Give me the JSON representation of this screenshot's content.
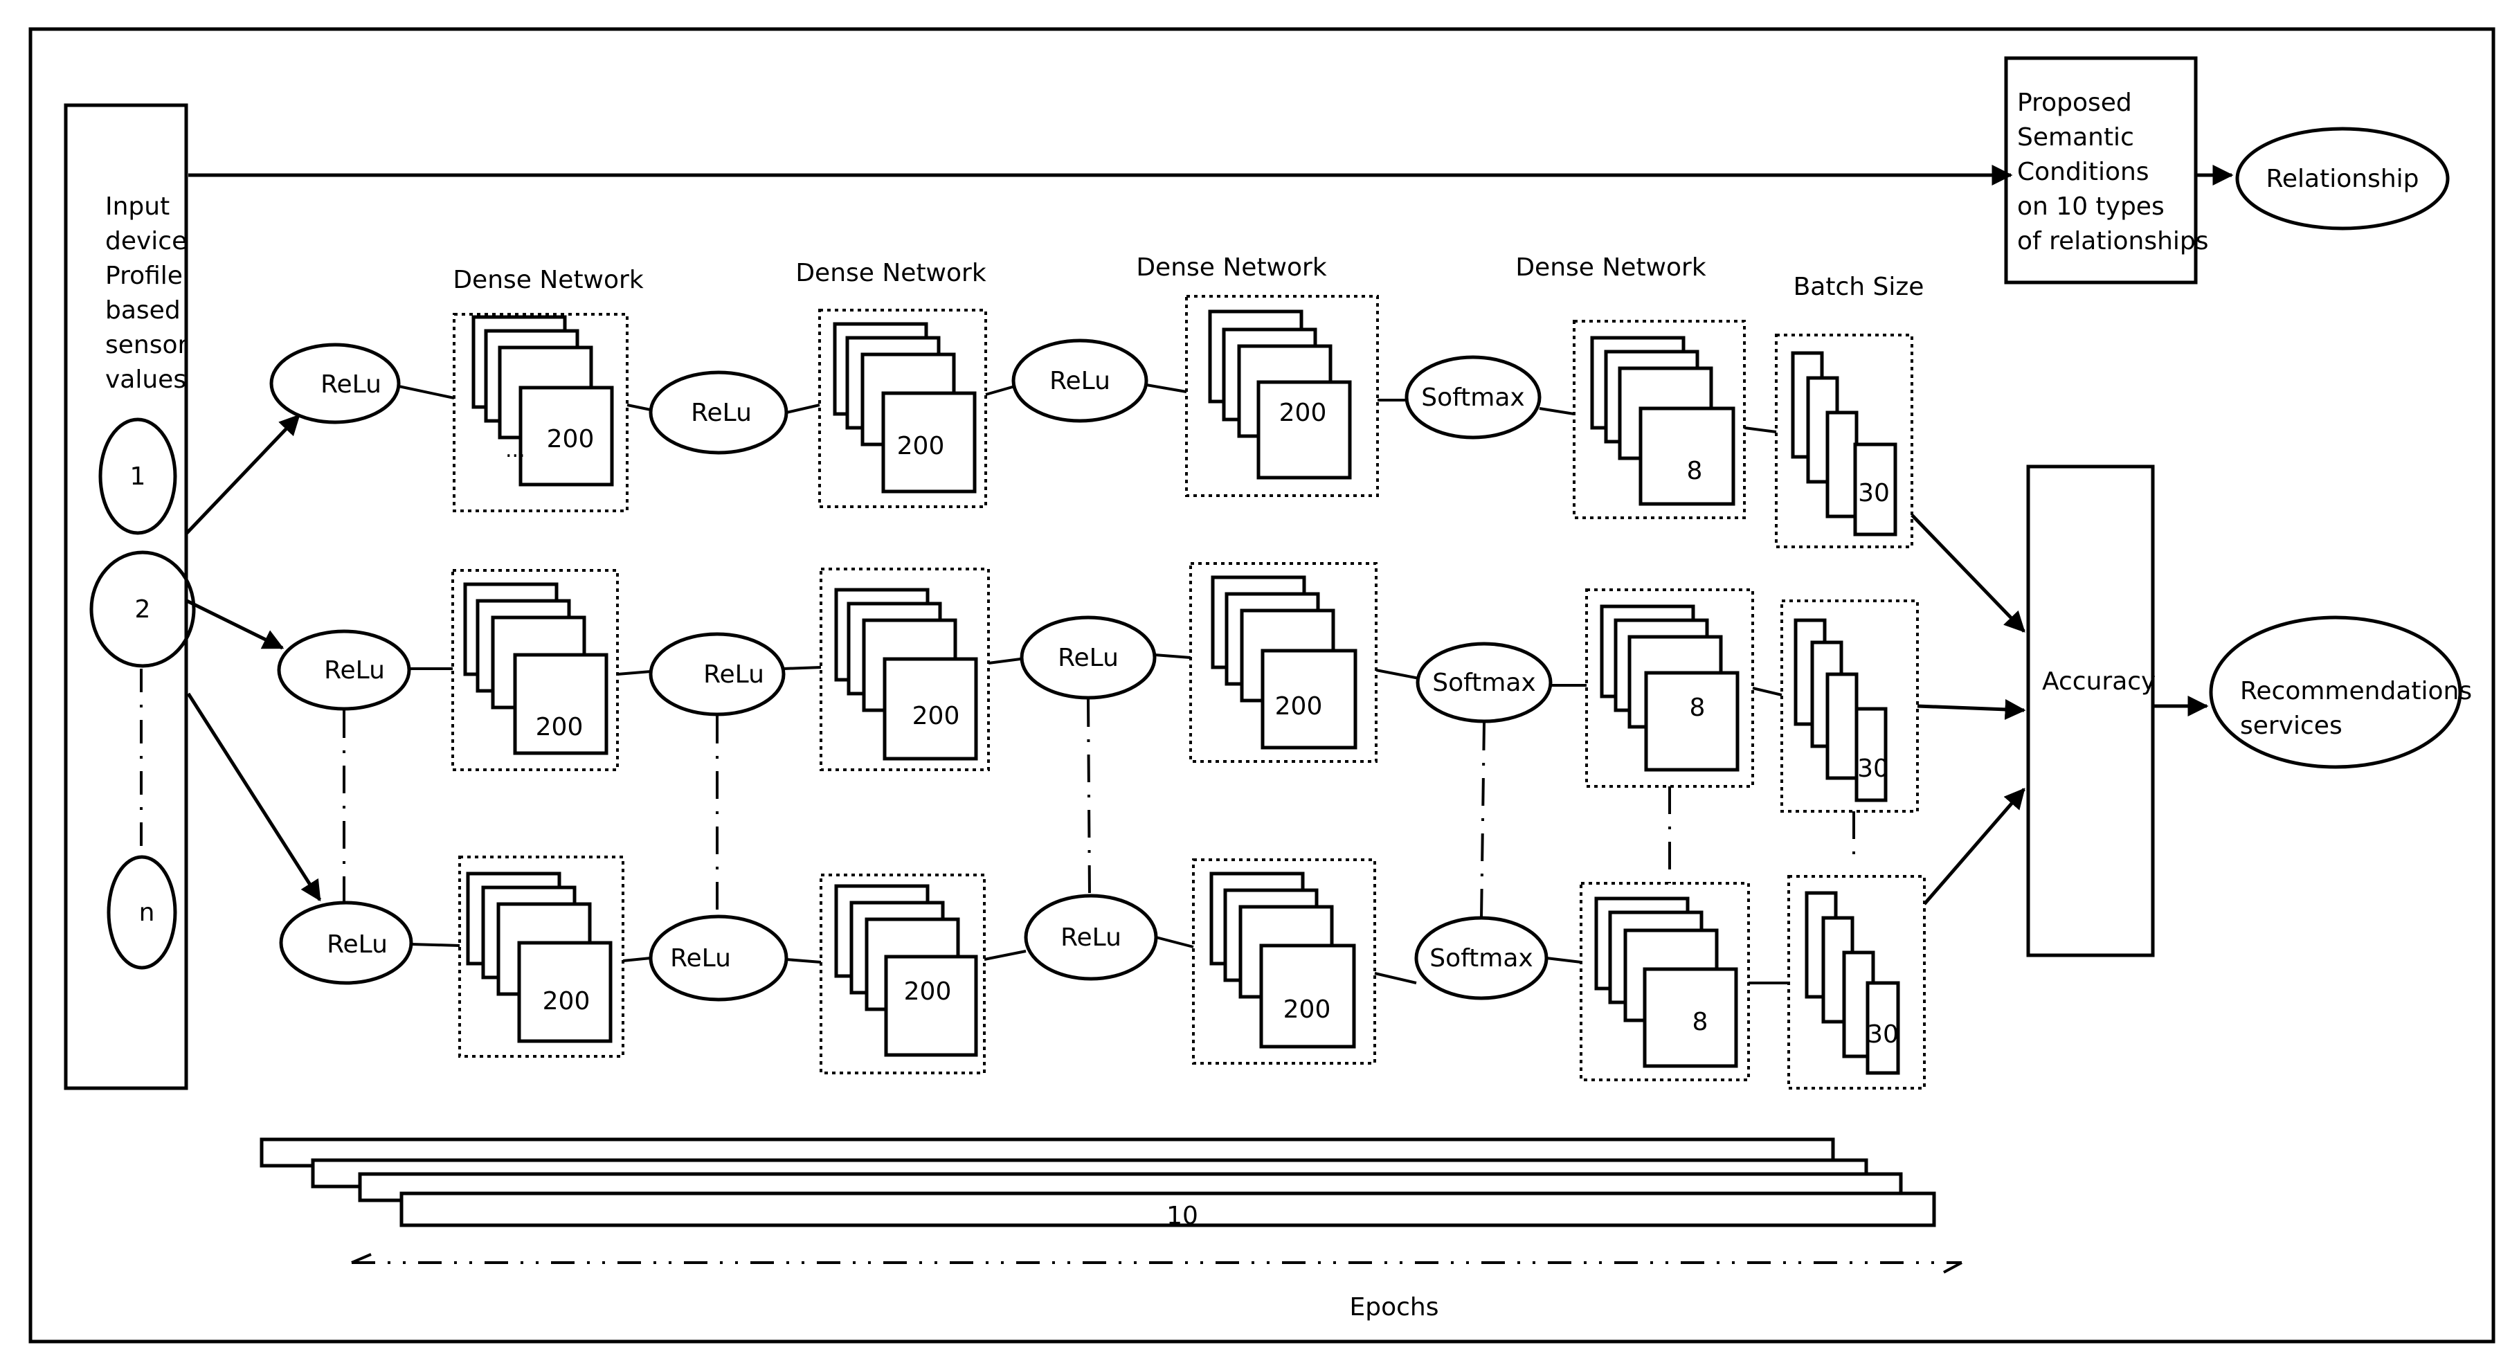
{
  "input": {
    "label_lines": [
      "Input",
      "device",
      "Profile",
      "based",
      "sensor",
      "values"
    ],
    "nodes": [
      "1",
      "2",
      "n"
    ]
  },
  "headers": {
    "dense1": "Dense Network",
    "dense2": "Dense Network",
    "dense3": "Dense Network",
    "dense4": "Dense Network",
    "batch": "Batch Size"
  },
  "activations": {
    "relu": "ReLu",
    "softmax": "Softmax"
  },
  "layer_sizes": {
    "dense": "200",
    "output": "8",
    "batch": "30"
  },
  "semantic_box_lines": [
    "Proposed",
    "Semantic",
    "Conditions",
    "on 10 types",
    "of relationships"
  ],
  "relationship": "Relationship",
  "accuracy": "Accuracy",
  "recommendations_lines": [
    "Recommendations",
    "services"
  ],
  "epochs": {
    "count": "10",
    "label": "Epochs"
  }
}
